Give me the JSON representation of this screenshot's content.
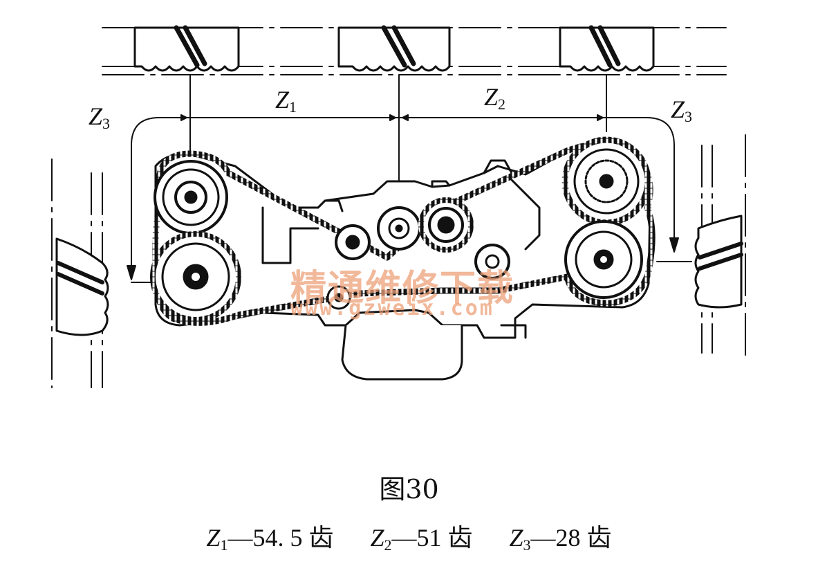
{
  "diagram": {
    "labels": {
      "z1": {
        "letter": "Z",
        "sub": "1"
      },
      "z2": {
        "letter": "Z",
        "sub": "2"
      },
      "z3_left": {
        "letter": "Z",
        "sub": "3"
      },
      "z3_right": {
        "letter": "Z",
        "sub": "3"
      }
    },
    "watermark": {
      "text": "精通维修下载",
      "url": "www.gzweix.com"
    }
  },
  "caption": {
    "figure_title": "图30",
    "legend": [
      {
        "letter": "Z",
        "sub": "1",
        "text": "—54. 5 齿"
      },
      {
        "letter": "Z",
        "sub": "2",
        "text": "—51 齿"
      },
      {
        "letter": "Z",
        "sub": "3",
        "text": "—28 齿"
      }
    ]
  }
}
